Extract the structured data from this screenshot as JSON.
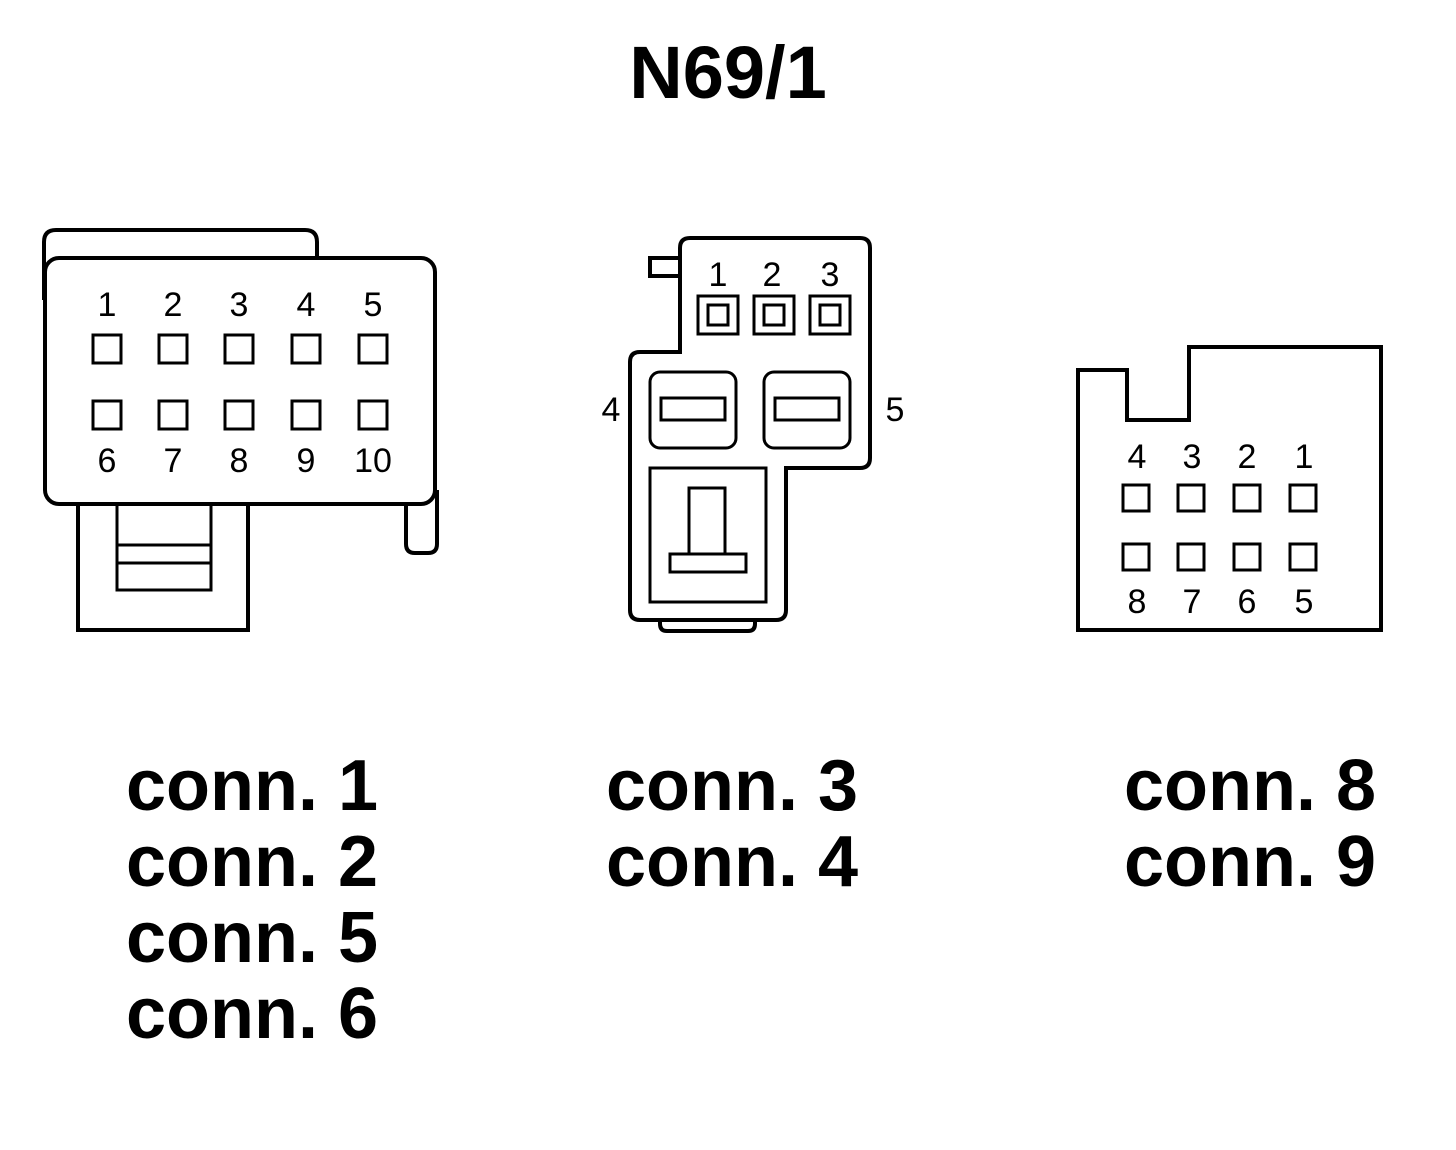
{
  "title": "N69/1",
  "connector_a": {
    "top_pins": [
      "1",
      "2",
      "3",
      "4",
      "5"
    ],
    "bottom_pins": [
      "6",
      "7",
      "8",
      "9",
      "10"
    ],
    "labels": [
      "conn. 1",
      "conn. 2",
      "conn. 5",
      "conn. 6"
    ]
  },
  "connector_b": {
    "top_pins": [
      "1",
      "2",
      "3"
    ],
    "side_pins": [
      "4",
      "5"
    ],
    "labels": [
      "conn. 3",
      "conn. 4"
    ]
  },
  "connector_c": {
    "top_pins": [
      "4",
      "3",
      "2",
      "1"
    ],
    "bottom_pins": [
      "8",
      "7",
      "6",
      "5"
    ],
    "labels": [
      "conn. 8",
      "conn. 9"
    ]
  }
}
